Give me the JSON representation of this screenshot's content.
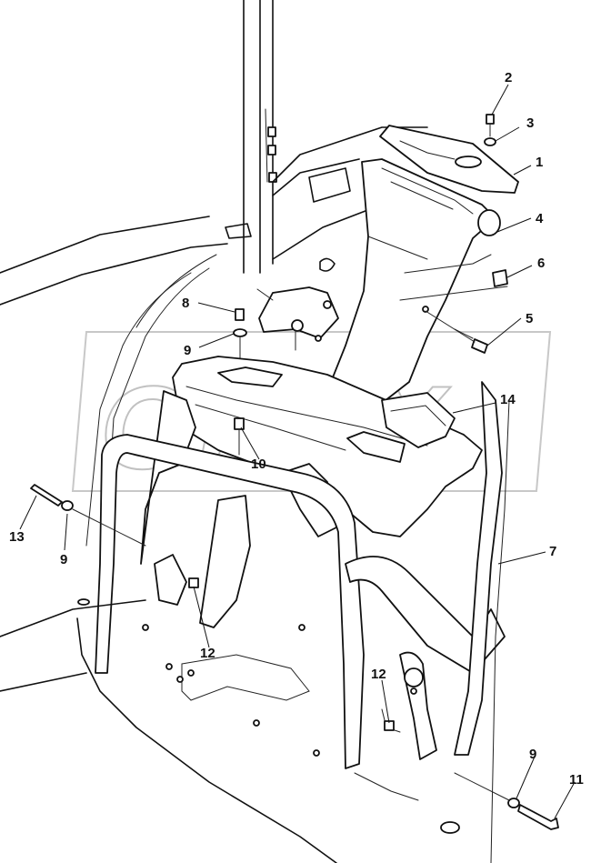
{
  "diagram": {
    "type": "exploded parts diagram",
    "watermark": "OPEX",
    "callouts": [
      {
        "label": "1"
      },
      {
        "label": "2"
      },
      {
        "label": "3"
      },
      {
        "label": "4"
      },
      {
        "label": "6"
      },
      {
        "label": "5"
      },
      {
        "label": "8"
      },
      {
        "label": "9"
      },
      {
        "label": "14"
      },
      {
        "label": "10"
      },
      {
        "label": "13"
      },
      {
        "label": "9"
      },
      {
        "label": "7"
      },
      {
        "label": "12"
      },
      {
        "label": "12"
      },
      {
        "label": "9"
      },
      {
        "label": "11"
      }
    ]
  }
}
